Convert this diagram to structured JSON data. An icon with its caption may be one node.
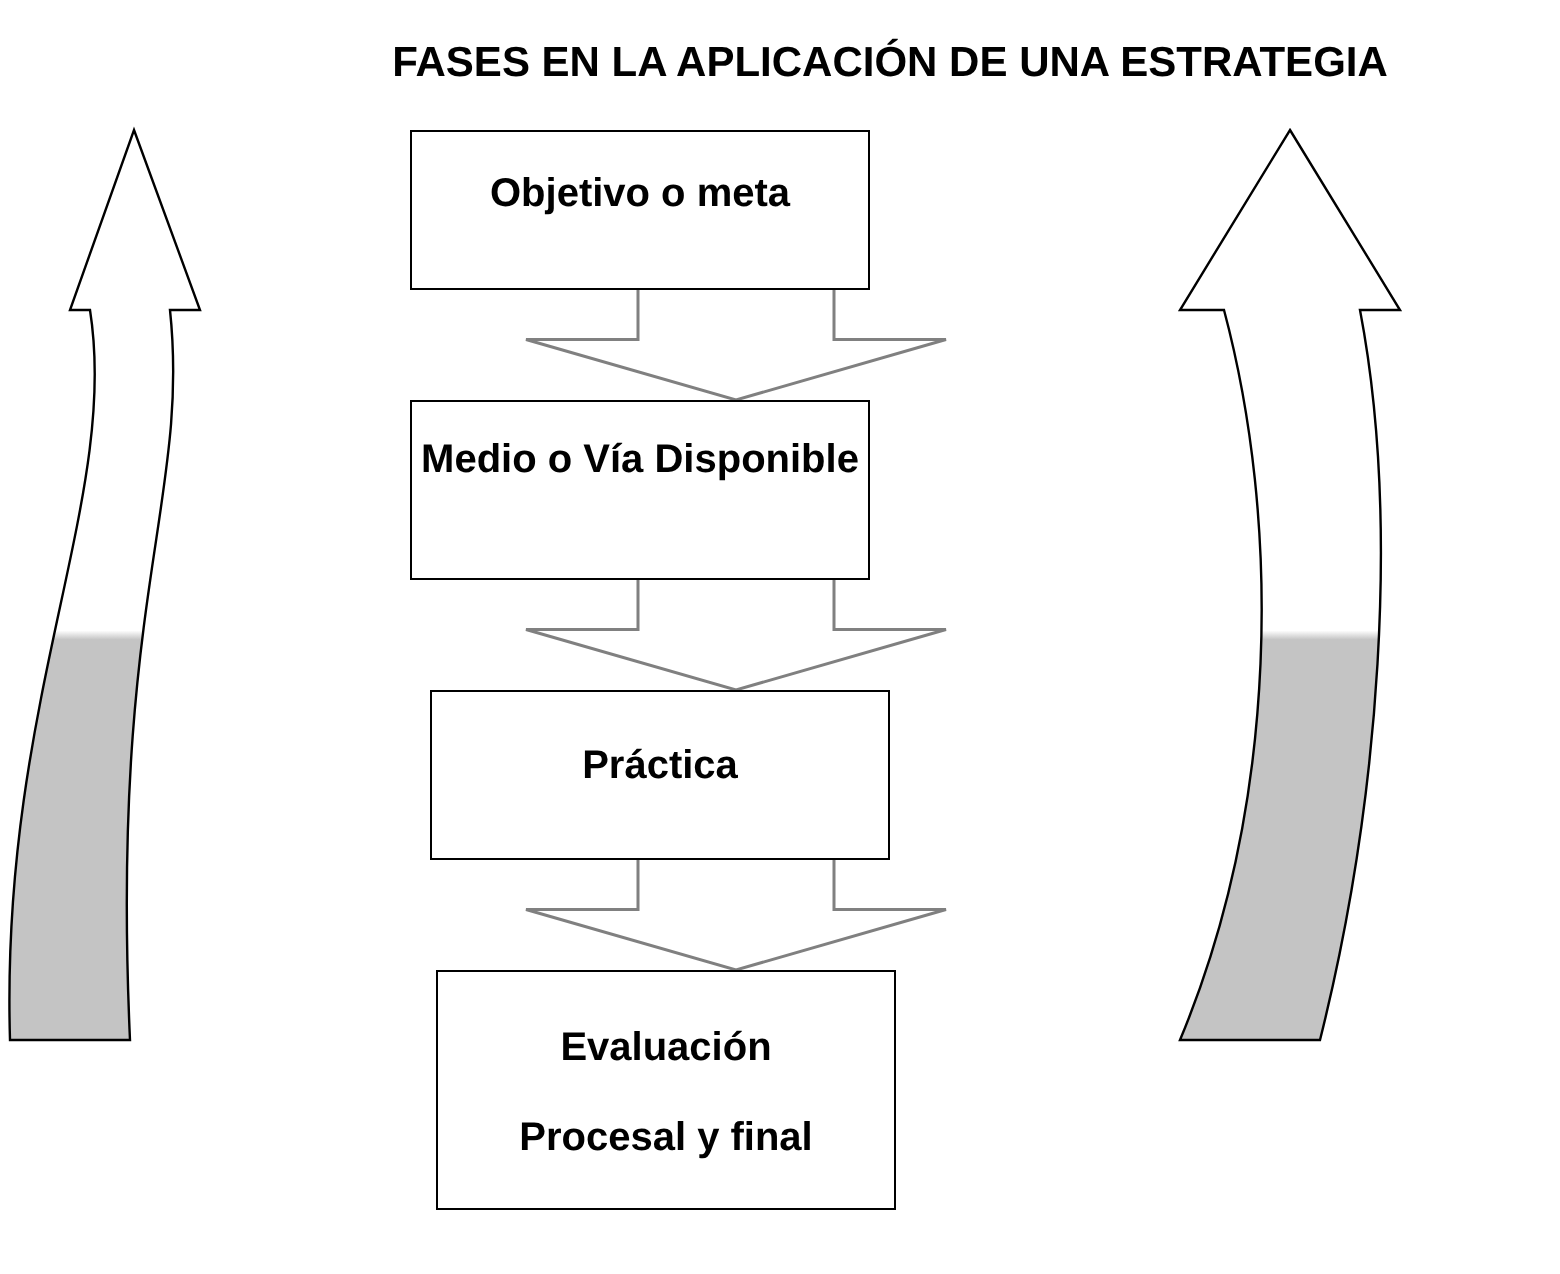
{
  "diagram": {
    "title": "FASES EN LA APLICACIÓN DE UNA ESTRATEGIA",
    "nodes": [
      {
        "text": [
          "Objetivo o meta"
        ]
      },
      {
        "text": [
          "Medio o Vía Disponible"
        ]
      },
      {
        "text": [
          "Práctica"
        ]
      },
      {
        "text": [
          "Evaluación",
          "Procesal y final"
        ]
      }
    ],
    "edges": [
      {
        "from": 0,
        "to": 1,
        "arrow": "to"
      },
      {
        "from": 1,
        "to": 2,
        "arrow": "to"
      },
      {
        "from": 2,
        "to": 3,
        "arrow": "to"
      }
    ]
  }
}
